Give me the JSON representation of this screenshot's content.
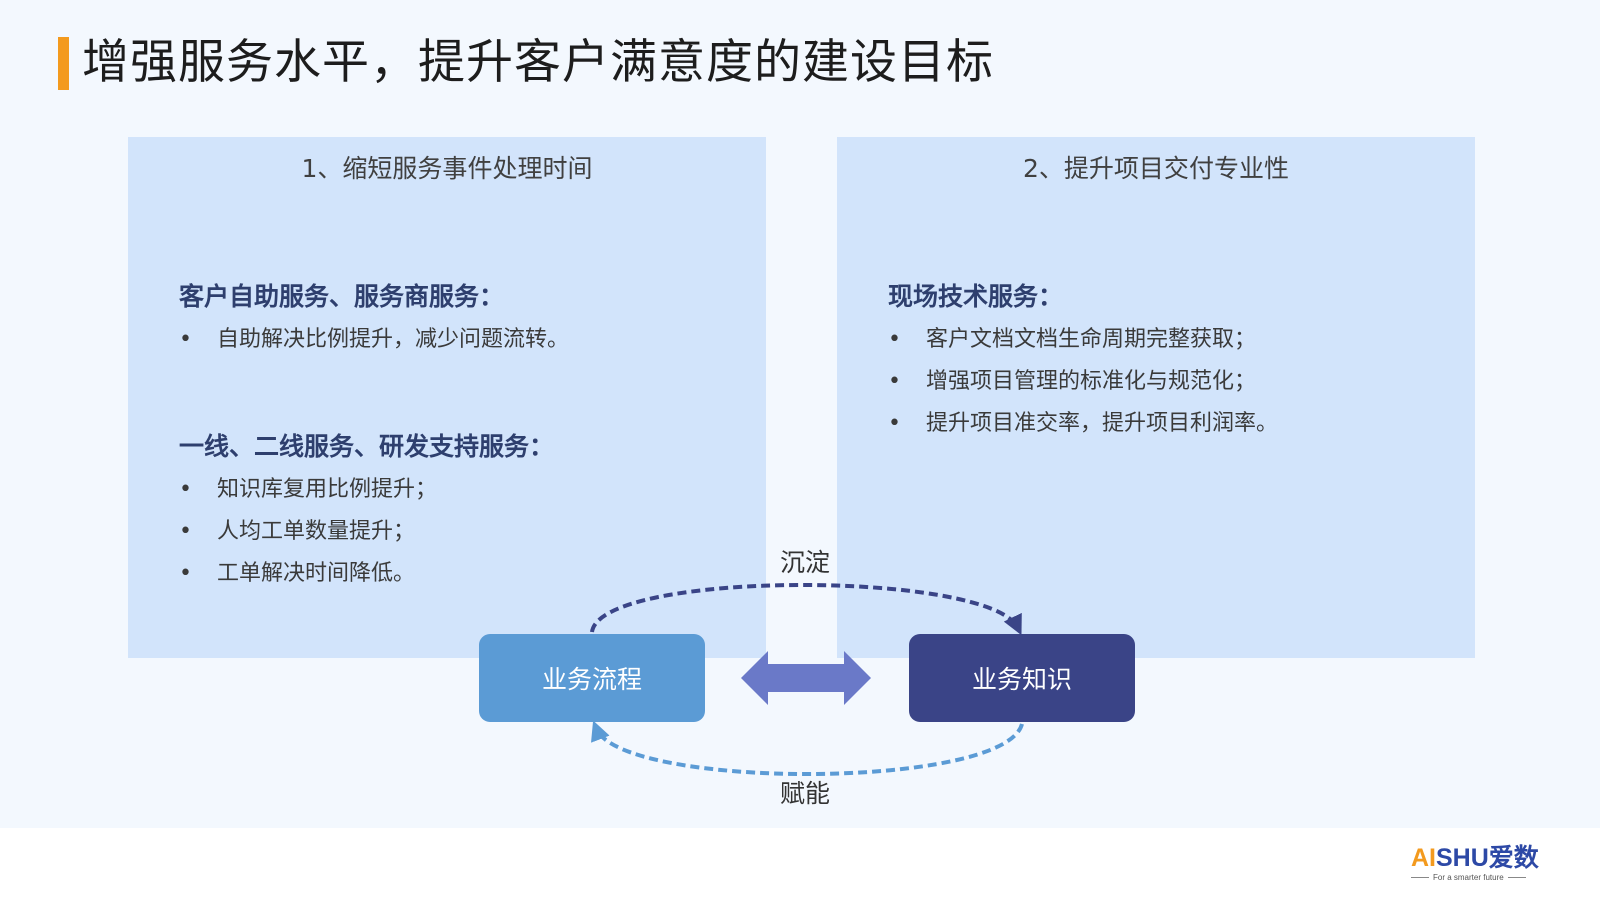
{
  "title": "增强服务水平，提升客户满意度的建设目标",
  "left_panel": {
    "heading": "1、缩短服务事件处理时间",
    "groups": [
      {
        "title": "客户自助服务、服务商服务：",
        "items": [
          "自助解决比例提升，减少问题流转。"
        ]
      },
      {
        "title": "一线、二线服务、研发支持服务：",
        "items": [
          "知识库复用比例提升；",
          "人均工单数量提升；",
          "工单解决时间降低。"
        ]
      }
    ]
  },
  "right_panel": {
    "heading": "2、提升项目交付专业性",
    "groups": [
      {
        "title": "现场技术服务：",
        "items": [
          "客户文档文档生命周期完整获取；",
          "增强项目管理的标准化与规范化；",
          "提升项目准交率，提升项目利润率。"
        ]
      }
    ]
  },
  "bullet_char": "•",
  "flow": {
    "process_label": "业务流程",
    "knowledge_label": "业务知识",
    "top_arc_label": "沉淀",
    "bottom_arc_label": "赋能"
  },
  "logo": {
    "brand_a": "AI",
    "brand_b": "SHU",
    "brand_cn": "爱数",
    "tagline": "For a smarter future"
  },
  "colors": {
    "accent": "#f39a1e",
    "panel": "#d2e4fb",
    "process_node": "#5b9bd5",
    "knowledge_node": "#3a4487",
    "double_arrow": "#6a79c8",
    "top_arc": "#3a4487",
    "bottom_arc": "#5b9bd5"
  }
}
